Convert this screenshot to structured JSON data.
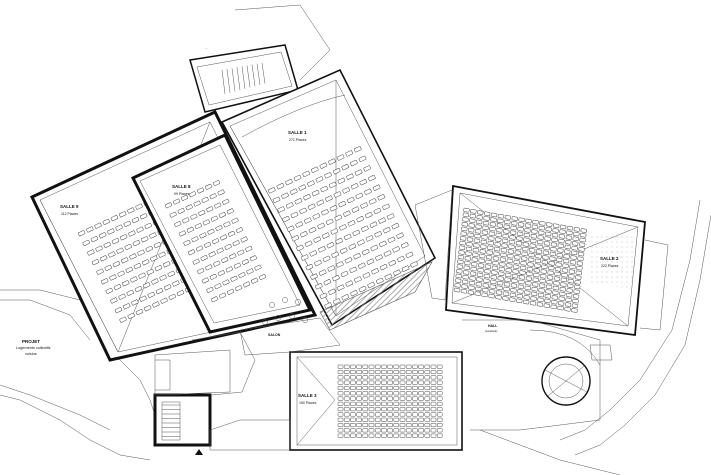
{
  "rooms": {
    "salle1": {
      "name": "SALLE 1",
      "capacity": "271 Places"
    },
    "salle2": {
      "name": "SALLE 2",
      "capacity": "222 Places"
    },
    "salle3": {
      "name": "SALLE 3",
      "capacity": "150 Places"
    },
    "salle8": {
      "name": "SALLE 8",
      "capacity": "99 Places"
    },
    "salle9": {
      "name": "SALLE 9",
      "capacity": "112 Places"
    },
    "salon": {
      "name": "SALON"
    },
    "hall": {
      "name": "HALL",
      "sub": "(existant)"
    }
  },
  "project": {
    "line1": "PROJET",
    "line2": "Logements collectifs",
    "line3": "voisins"
  },
  "colors": {
    "wall": "#111111",
    "seat_outline": "#333333",
    "hatch": "#888888"
  }
}
